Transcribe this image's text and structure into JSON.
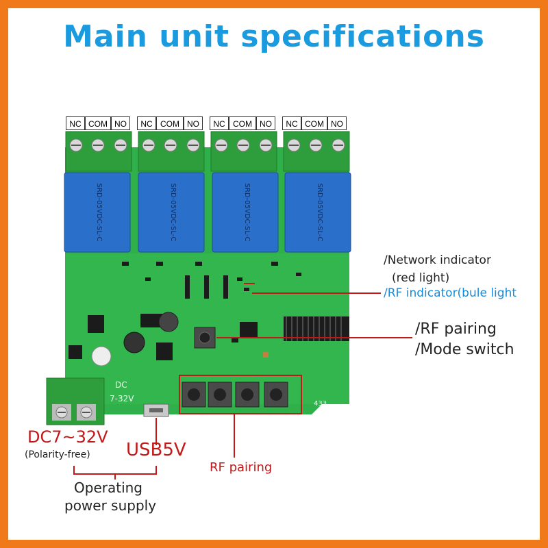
{
  "title": "Main unit specifications",
  "terminal_labels": {
    "nc": "NC",
    "com": "COM",
    "no": "NO"
  },
  "relay_print": "SRD-05VDC-SL-C",
  "board": {
    "dc_print": "DC",
    "voltage_print": "7-32V",
    "code_print": "433"
  },
  "callouts": {
    "network_indicator": "/Network indicator",
    "network_indicator_note": "(red light)",
    "rf_indicator": "/RF indicator(bule light",
    "rf_pairing_right": "/RF pairing",
    "mode_switch": "/Mode switch",
    "dc_voltage": "DC7~32V",
    "polarity": "(Polarity-free)",
    "usb": "USB5V",
    "rf_pairing_bottom": "RF pairing",
    "operating": "Operating",
    "power_supply": "power supply"
  },
  "colors": {
    "border": "#f07a1a",
    "title": "#1a9be0",
    "pcb": "#2fb04a",
    "terminal": "#2e9e3c",
    "relay": "#2a6fc9",
    "callout_line": "#c21818"
  }
}
